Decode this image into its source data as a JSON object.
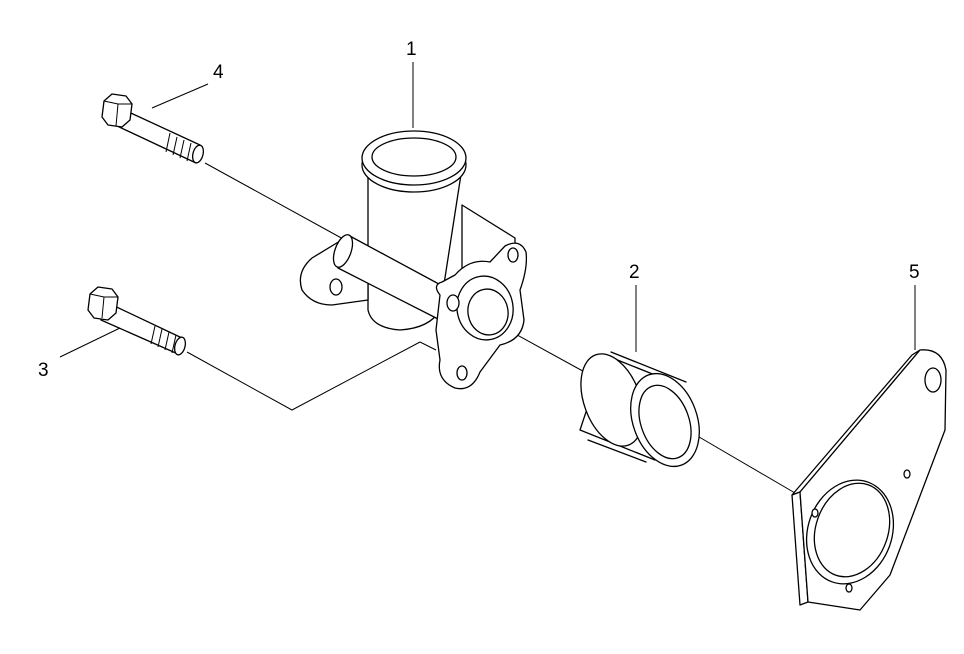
{
  "callouts": [
    {
      "id": "1",
      "label": "1"
    },
    {
      "id": "2",
      "label": "2"
    },
    {
      "id": "3",
      "label": "3"
    },
    {
      "id": "4",
      "label": "4"
    },
    {
      "id": "5",
      "label": "5"
    }
  ],
  "colors": {
    "background": "#ffffff",
    "ink": "#000000"
  },
  "icons": [
    "hex-bolt-icon",
    "water-outlet-housing-icon",
    "sleeve-icon",
    "gasket-plate-icon"
  ]
}
